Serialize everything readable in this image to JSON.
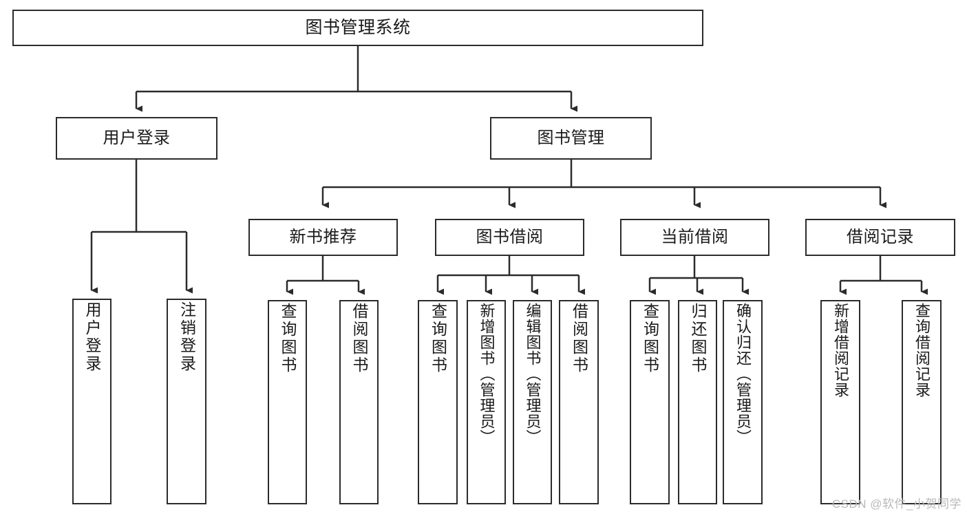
{
  "diagram": {
    "title": "图书管理系统",
    "type": "tree-hierarchy-diagram",
    "watermark": "CSDN @软件_小贺同学",
    "colors": {
      "stroke": "#2b2b2b",
      "fill": "#ffffff",
      "text": "#1a1a1a",
      "watermark": "#b9b9b9"
    },
    "nodes": {
      "root": {
        "label": "图书管理系统"
      },
      "level2": [
        {
          "id": "user-login",
          "label": "用户登录"
        },
        {
          "id": "book-management",
          "label": "图书管理"
        }
      ],
      "level3": [
        {
          "id": "new-book-recommend",
          "label": "新书推荐"
        },
        {
          "id": "book-borrow",
          "label": "图书借阅"
        },
        {
          "id": "current-borrow",
          "label": "当前借阅"
        },
        {
          "id": "borrow-record",
          "label": "借阅记录"
        }
      ],
      "leaves": {
        "user-login": [
          {
            "id": "leaf-user-login",
            "label": "用户登录"
          },
          {
            "id": "leaf-logout-login",
            "label": "注销登录"
          }
        ],
        "new-book-recommend": [
          {
            "id": "leaf-query-book-1",
            "label": "查询图书"
          },
          {
            "id": "leaf-borrow-book-1",
            "label": "借阅图书"
          }
        ],
        "book-borrow": [
          {
            "id": "leaf-query-book-2",
            "label": "查询图书"
          },
          {
            "id": "leaf-add-book",
            "label": "新增图书（管理员）"
          },
          {
            "id": "leaf-edit-book",
            "label": "编辑图书（管理员）"
          },
          {
            "id": "leaf-borrow-book-2",
            "label": "借阅图书"
          }
        ],
        "current-borrow": [
          {
            "id": "leaf-query-book-3",
            "label": "查询图书"
          },
          {
            "id": "leaf-return-book",
            "label": "归还图书"
          },
          {
            "id": "leaf-confirm-return",
            "label": "确认归还（管理员）"
          }
        ],
        "borrow-record": [
          {
            "id": "leaf-add-record",
            "label": "新增借阅记录"
          },
          {
            "id": "leaf-query-record",
            "label": "查询借阅记录"
          }
        ]
      }
    }
  }
}
